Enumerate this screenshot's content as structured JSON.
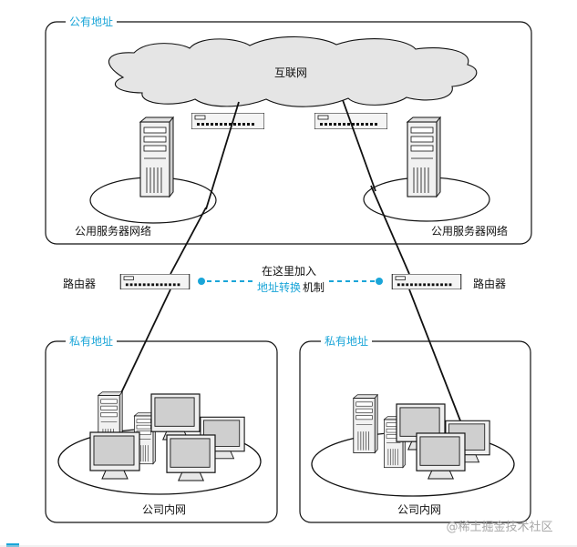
{
  "colors": {
    "accent": "#1aa5d8",
    "line": "#111111",
    "cloud_fill": "#e5e5e5",
    "device_fill": "#f4f4f4",
    "watermark": "#a7a7a7"
  },
  "public_zone": {
    "title": "公有地址",
    "cloud_label": "互联网",
    "server_network_left": "公用服务器网络",
    "server_network_right": "公用服务器网络"
  },
  "middle": {
    "router_left": "路由器",
    "router_right": "路由器",
    "note_line1": "在这里加入",
    "note_line2_accent": "地址转换",
    "note_line2_rest": "机制"
  },
  "private_left": {
    "title": "私有地址",
    "network_label": "公司内网"
  },
  "private_right": {
    "title": "私有地址",
    "network_label": "公司内网"
  },
  "watermark": "@稀土掘金技术社区",
  "icons": {
    "router": "router-icon",
    "server": "server-icon",
    "monitor": "monitor-icon",
    "cloud": "cloud-icon"
  }
}
